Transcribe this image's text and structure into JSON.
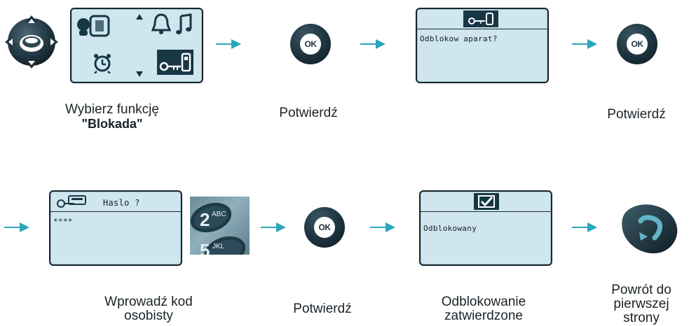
{
  "steps": {
    "select_function": {
      "line1": "Wybierz funkcję",
      "line2": "\"Blokada\""
    },
    "confirm_1": "Potwierdź",
    "confirm_2": "Potwierdź",
    "enter_code": {
      "line1": "Wprowadź kod",
      "line2": "osobisty"
    },
    "confirm_3": "Potwierdź",
    "unlock_confirmed": {
      "line1": "Odblokowanie",
      "line2": "zatwierdzone"
    },
    "return_home": {
      "line1": "Powrót do",
      "line2": "pierwszej",
      "line3": "strony"
    }
  },
  "screens": {
    "unlock_prompt": "Odblokow aparat?",
    "password_title": "Haslo ?",
    "password_value": "****",
    "unlocked": "Odblokowany"
  },
  "buttons": {
    "ok_label": "OK",
    "keypad_key1": "2",
    "keypad_key1_letters": "ABC",
    "keypad_key2": "5",
    "keypad_key2_letters": "JKL"
  },
  "colors": {
    "arrow": "#2aa6bb",
    "lcd_bg": "#cfe6ee",
    "button_dark": "#1c323c",
    "text": "#1b2328"
  }
}
